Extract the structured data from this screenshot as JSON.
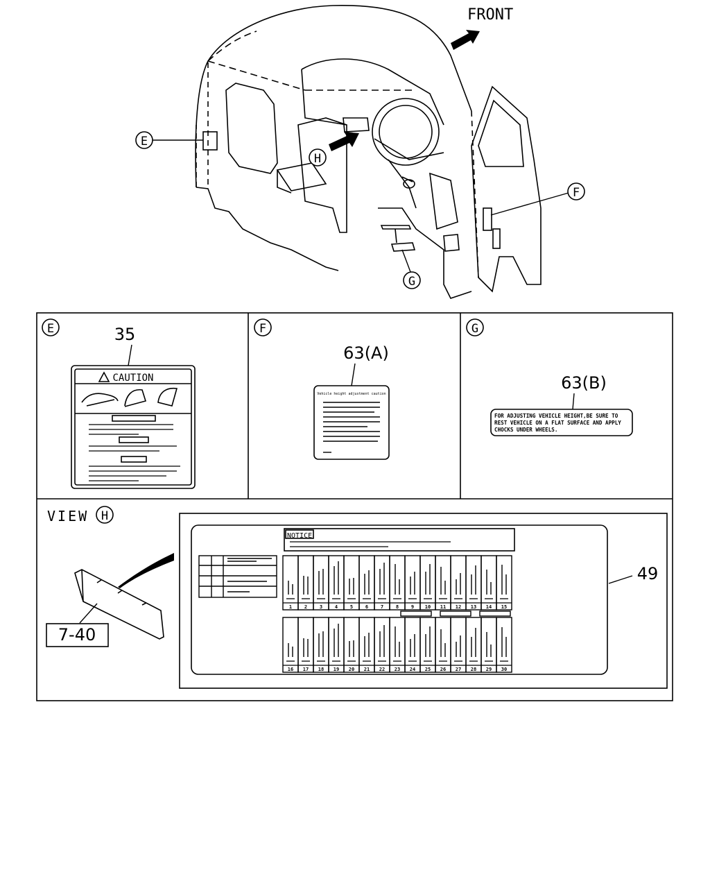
{
  "callouts": {
    "front": "FRONT",
    "e": "E",
    "f": "F",
    "g": "G",
    "h": "H"
  },
  "panels": {
    "e": {
      "letter": "E",
      "part": "35",
      "caution_title": "CAUTION"
    },
    "f": {
      "letter": "F",
      "part": "63(A)",
      "label_heading": "Vehicle height adjustment caution"
    },
    "g": {
      "letter": "G",
      "part": "63(B)",
      "label_lines": [
        "FOR ADJUSTING VEHICLE HEIGHT,BE SURE TO",
        "REST VEHICLE ON A FLAT SURFACE AND APPLY",
        "CHOCKS UNDER WHEELS."
      ]
    },
    "h": {
      "view_label": "VIEW",
      "view_letter": "H",
      "part_lid": "7-40",
      "part_label": "49",
      "notice_title": "NOTICE",
      "fuse_numbers_top": [
        "1",
        "2",
        "3",
        "4",
        "5",
        "6",
        "7",
        "8",
        "9",
        "10",
        "11",
        "12",
        "13",
        "14",
        "15"
      ],
      "fuse_numbers_bottom": [
        "16",
        "17",
        "18",
        "19",
        "20",
        "21",
        "22",
        "23",
        "24",
        "25",
        "26",
        "27",
        "28",
        "29",
        "30"
      ]
    }
  }
}
